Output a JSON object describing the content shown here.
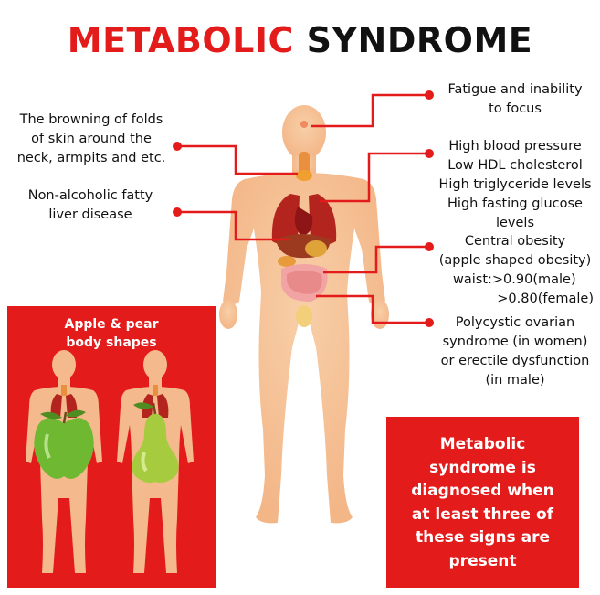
{
  "title": {
    "part1": "METABOLIC",
    "part2": "SYNDROME"
  },
  "signs": {
    "skin": [
      "The browning of folds",
      "of skin around the",
      "neck, armpits and etc."
    ],
    "liver": [
      "Non-alcoholic fatty",
      "liver disease"
    ],
    "fatigue": [
      "Fatigue and inability",
      "to focus"
    ],
    "blood": [
      "High blood pressure",
      "Low HDL cholesterol",
      "High triglyceride levels",
      "High fasting glucose",
      "levels"
    ],
    "obesity": [
      "Central obesity",
      "(apple shaped obesity)",
      "waist:>0.90(male)",
      ">0.80(female)"
    ],
    "pcos": [
      "Polycystic ovarian",
      "syndrome (in women)",
      "or erectile dysfunction",
      "(in male)"
    ]
  },
  "panel": {
    "title": [
      "Apple & pear",
      "body shapes"
    ]
  },
  "diagnosis": [
    "Metabolic",
    "syndrome is",
    "diagnosed when",
    "at least three of",
    "these signs are",
    "present"
  ],
  "colors": {
    "accent": "#e41b1b",
    "body": "#f6c49a",
    "organ": "#b3241e",
    "apple": "#6fb832",
    "pear": "#a7cb3f"
  }
}
